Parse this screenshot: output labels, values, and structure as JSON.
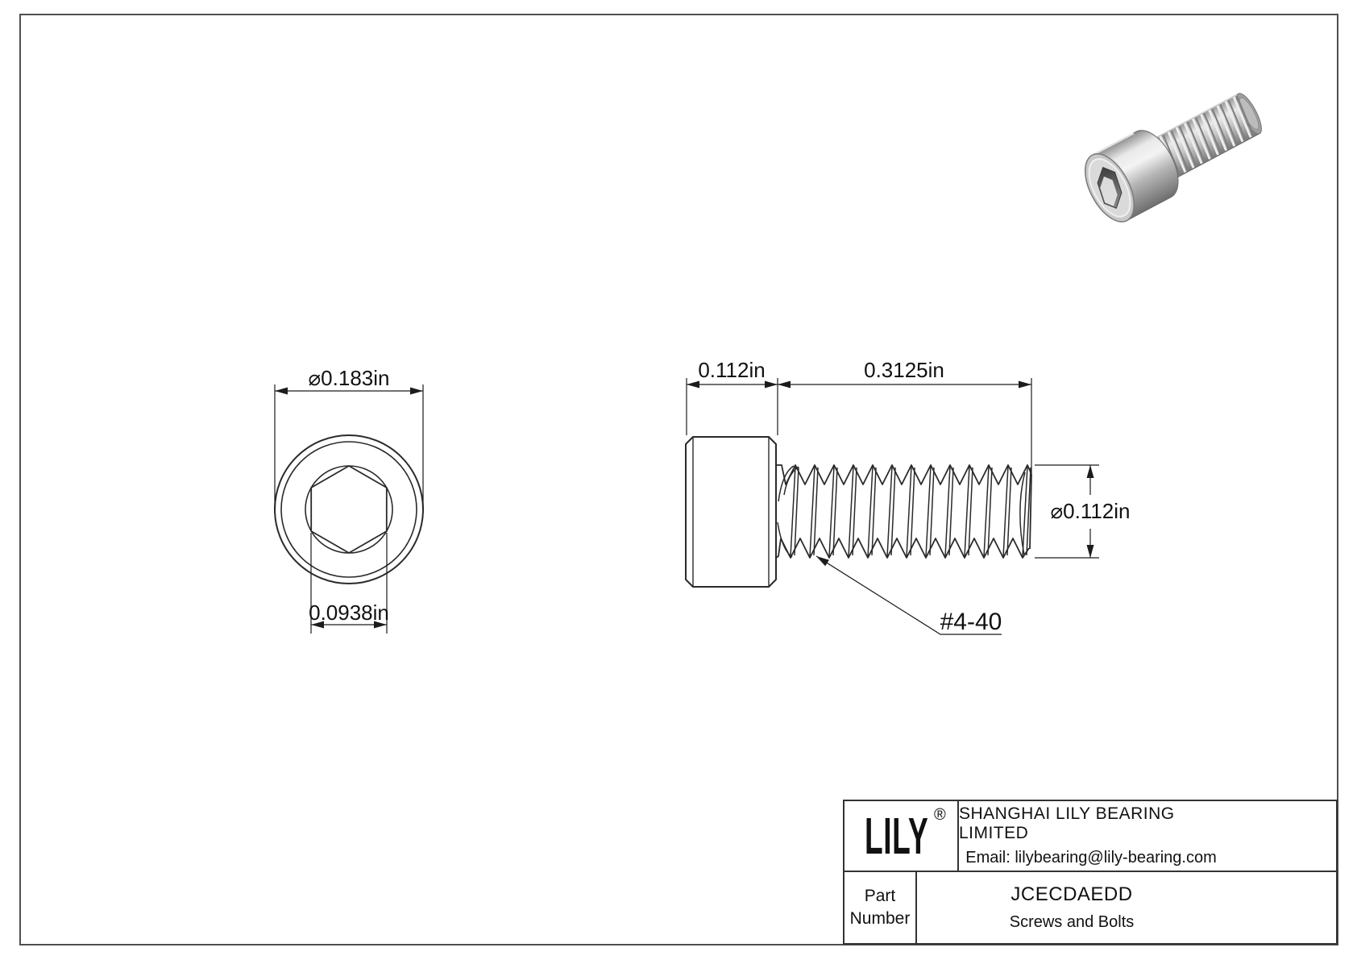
{
  "drawing": {
    "front_view": {
      "outer_diameter_label": "⌀0.183in",
      "socket_flats_label": "0.0938in"
    },
    "side_view": {
      "head_width_label": "0.112in",
      "thread_length_label": "0.3125in",
      "thread_diameter_label": "⌀0.112in",
      "thread_size_label": "#4-40"
    }
  },
  "title_block": {
    "logo": "LILY",
    "registered": "®",
    "company": "SHANGHAI LILY BEARING LIMITED",
    "email": "Email: lilybearing@lily-bearing.com",
    "part_label_line1": "Part",
    "part_label_line2": "Number",
    "part_number": "JCECDAEDD",
    "category": "Screws and Bolts"
  },
  "colors": {
    "background": "#ffffff",
    "frame": "#4f4f4f",
    "object_line": "#2a2a2a",
    "dimension_line": "#1c1c1c",
    "text": "#111111",
    "metal_light": "#f2f2f2",
    "metal_mid": "#b8b8b8",
    "metal_dark": "#6f6f6f"
  }
}
